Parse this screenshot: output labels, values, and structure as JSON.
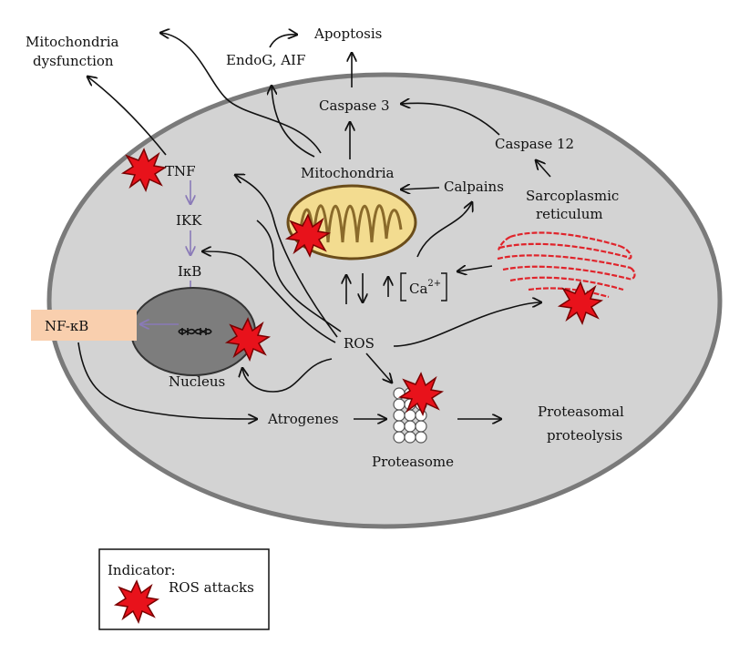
{
  "labels": {
    "mito_dysfunction_line1": "Mitochondria",
    "mito_dysfunction_line2": "dysfunction",
    "apoptosis": "Apoptosis",
    "endog_aif": "EndoG, AIF",
    "caspase3": "Caspase 3",
    "caspase12": "Caspase 12",
    "mitochondria": "Mitochondria",
    "calpains": "Calpains",
    "sr_line1": "Sarcoplasmic",
    "sr_line2": "reticulum",
    "tnf": "TNF",
    "ikk": "IKK",
    "ikb": "IκB",
    "nfkb": "NF-κB",
    "ca": "Ca",
    "ca_sup": "2+",
    "ros": "ROS",
    "nucleus": "Nucleus",
    "atrogenes": "Atrogenes",
    "proteasome": "Proteasome",
    "proteolysis_line1": "Proteasomal",
    "proteolysis_line2": "proteolysis"
  },
  "legend": {
    "title": "Indicator:",
    "entry": "ROS attacks"
  },
  "colors": {
    "cell_fill": "#d3d3d3",
    "cell_border": "#7a7a7a",
    "nucleus_fill": "#7d7d7d",
    "nfkb_box": "#f9cfae",
    "burst_fill": "#e8121b",
    "sr_stroke": "#e0242b",
    "mito_fill": "#f3dc90",
    "pathway_arrow": "#8a7ab8"
  },
  "icons": [
    "ros-attack-burst-icon",
    "dna-helix-icon",
    "mitochondrion-icon",
    "sarcoplasmic-reticulum-icon",
    "proteasome-icon"
  ]
}
